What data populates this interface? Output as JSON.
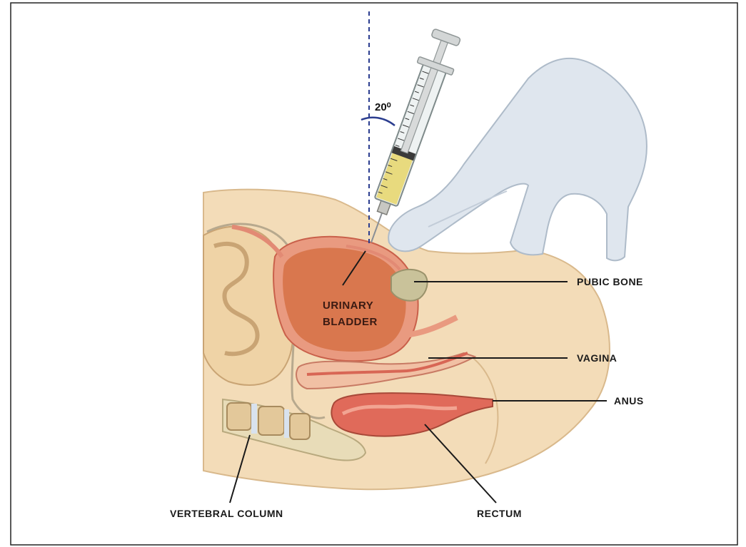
{
  "diagram": {
    "angle_label": "20⁰",
    "labels": {
      "urinary_bladder_line1": "URINARY",
      "urinary_bladder_line2": "BLADDER",
      "pubic_bone": "PUBIC BONE",
      "vagina": "VAGINA",
      "anus": "ANUS",
      "vertebral_column": "VERTEBRAL COLUMN",
      "rectum": "RECTUM"
    },
    "colors": {
      "skin": "#f3dcb8",
      "bladder": "#d9774e",
      "bladder_wall": "#e99a80",
      "intestine": "#e8c89a",
      "rectum": "#e06a5a",
      "glove": "#dfe6ee",
      "syringe_fluid": "#e6d66a",
      "guide_line": "#2b3d8f"
    }
  }
}
